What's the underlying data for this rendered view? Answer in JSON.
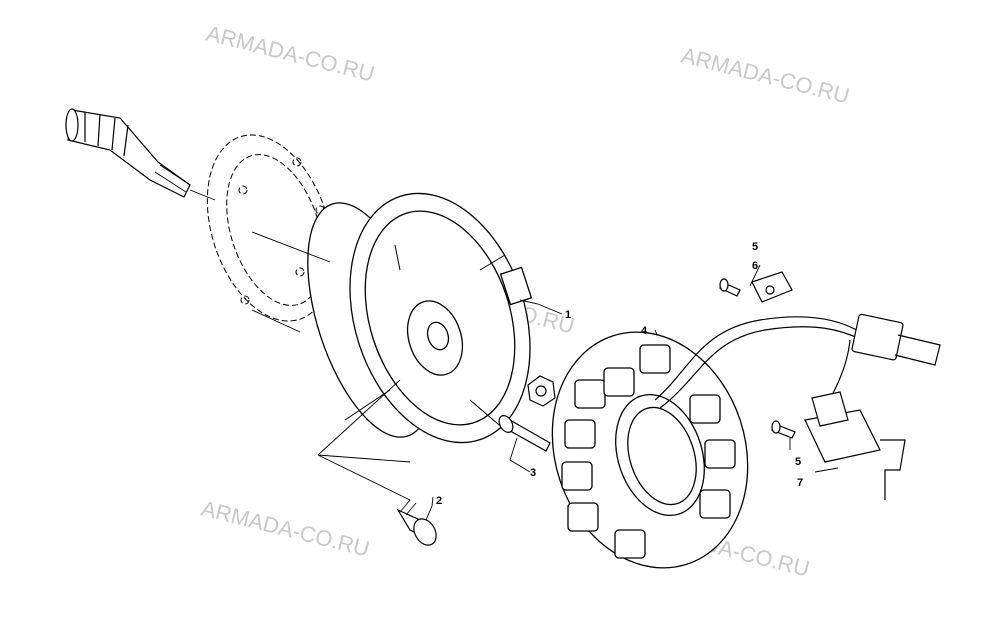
{
  "watermark": "ARMADA-CO.RU",
  "labels": {
    "flywheel": "1",
    "cap_screw": "2",
    "flange_bolt": "3",
    "stator": "4",
    "screw_a": "5",
    "clamp": "6",
    "screw_b": "5",
    "pickup_bracket": "7"
  },
  "colors": {
    "line": "#000000",
    "watermark": "#c9c9c9",
    "background": "#ffffff"
  }
}
